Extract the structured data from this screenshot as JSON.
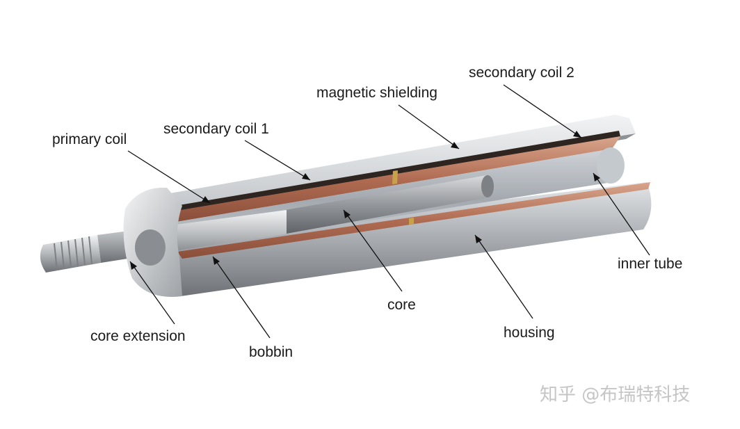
{
  "labels": {
    "secondary_coil_2": "secondary coil 2",
    "magnetic_shielding": "magnetic shielding",
    "secondary_coil_1": "secondary coil 1",
    "primary_coil": "primary coil",
    "inner_tube": "inner tube",
    "core": "core",
    "housing": "housing",
    "core_extension": "core extension",
    "bobbin": "bobbin"
  },
  "watermark": "知乎 @布瑞特科技",
  "colors": {
    "housing": "#a9adb1",
    "coil_copper": "#b8735a",
    "shield": "#3a2a26",
    "core": "#8d9094",
    "leader": "#111111"
  }
}
